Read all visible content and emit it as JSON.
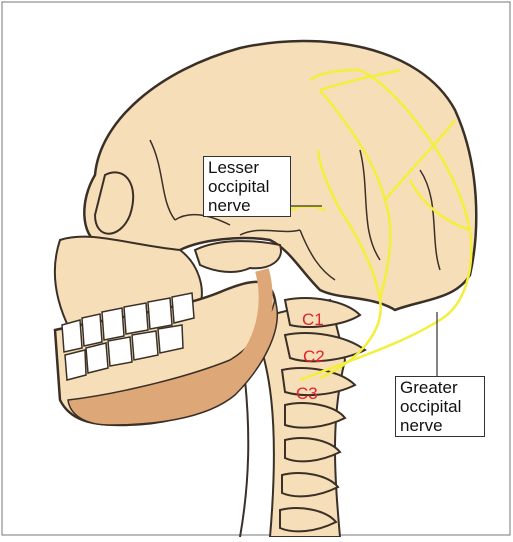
{
  "labels": {
    "lesser_occipital_nerve": "Lesser\noccipital\nnerve",
    "greater_occipital_nerve": "Greater\noccipital\nnerve"
  },
  "vertebra_labels": [
    "C1",
    "C2",
    "C3"
  ],
  "colors": {
    "bone": "#f6dfb8",
    "bone_outline": "#3a3027",
    "muscle": "#dea778",
    "nerve": "#f3ef3a",
    "vertebra_label": "#e0242c",
    "teeth": "#ffffff"
  }
}
